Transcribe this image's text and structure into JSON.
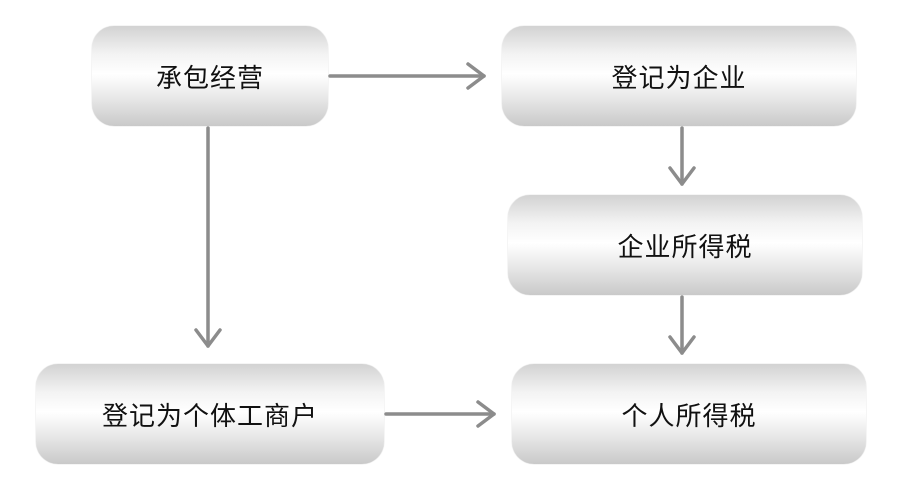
{
  "nodes": {
    "contract": "承包经营",
    "enterprise": "登记为企业",
    "enterprise_tax": "企业所得税",
    "individual_business": "登记为个体工商户",
    "personal_tax": "个人所得税"
  },
  "colors": {
    "arrow": "#8c8c8c",
    "text": "#111111"
  }
}
